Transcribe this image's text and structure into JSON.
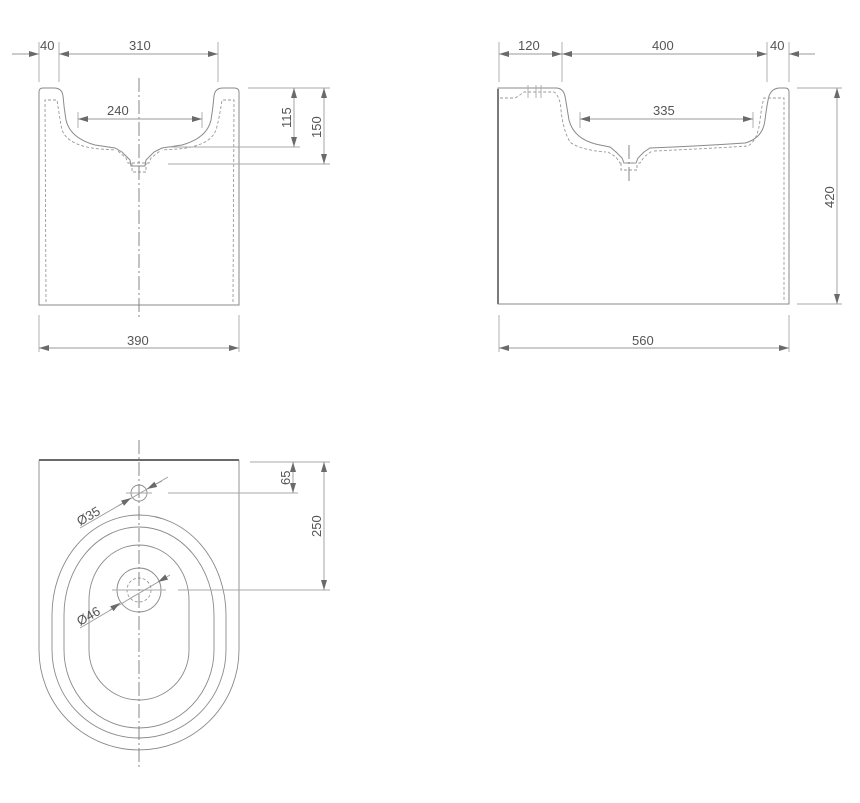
{
  "drawing": {
    "type": "technical-dimension-drawing",
    "subject": "washbasin",
    "units": "mm",
    "colors": {
      "line": "#8a8a8a",
      "text": "#555555",
      "background": "#ffffff"
    }
  },
  "front_view": {
    "dims": {
      "left_wall": "40",
      "bowl_top_width": "310",
      "bowl_inner_width": "240",
      "bowl_depth": "115",
      "drain_depth": "150",
      "overall_width": "390"
    }
  },
  "side_view": {
    "dims": {
      "tap_deck": "120",
      "bowl_top_length": "400",
      "right_wall": "40",
      "bowl_inner_length": "335",
      "overall_height": "420",
      "overall_length": "560"
    }
  },
  "top_view": {
    "dims": {
      "tap_hole_offset": "65",
      "drain_offset": "250",
      "tap_hole_diameter": "Ø35",
      "drain_diameter": "Ø46"
    }
  }
}
